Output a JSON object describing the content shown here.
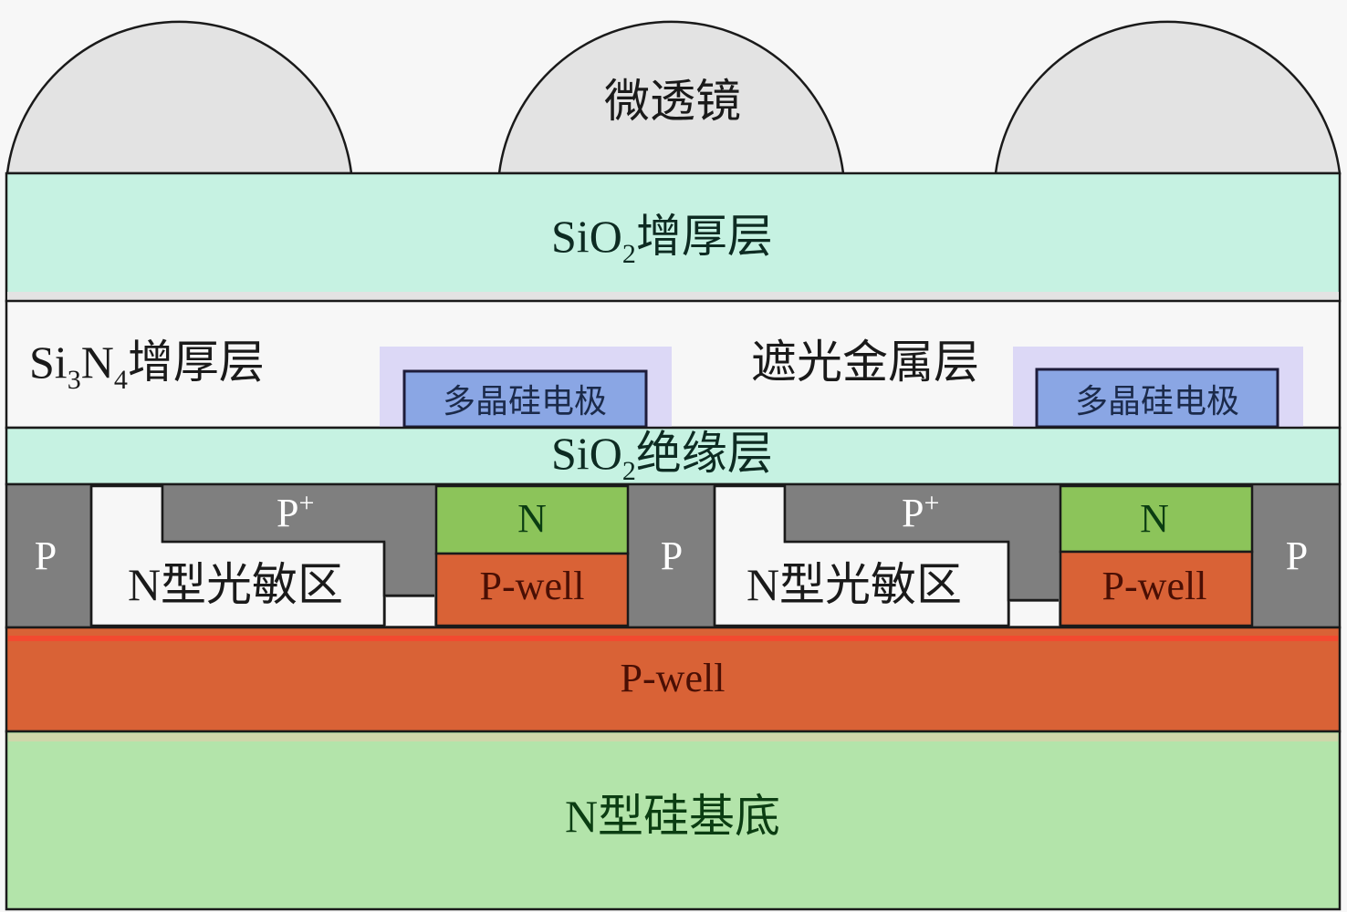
{
  "colors": {
    "background": "#f7f7f7",
    "lens_fill": "#e3e3e3",
    "sio2": "#c6f2e2",
    "si3n4": "#f7f7f7",
    "poly_outer": "#dcd8f6",
    "poly_inner": "#8aa6e4",
    "p_region": "#7f7f7f",
    "n_photosensitive": "#f7f7f7",
    "n_contact": "#8cc45a",
    "pwell": "#d96236",
    "n_substrate": "#b3e4aa",
    "outline": "#1a1a1a",
    "text_dark": "#1a1a1a",
    "text_light": "#ffffff",
    "text_green": "#0b3d12",
    "text_pwell": "#4a0f04",
    "text_sio2": "#0d2b22",
    "text_poly": "#1b2a4a"
  },
  "labels": {
    "microlens": "微透镜",
    "sio2_thick": {
      "base": "SiO",
      "sub": "2",
      "rest": "增厚层"
    },
    "si3n4_thick": {
      "base1": "Si",
      "sub1": "3",
      "base2": "N",
      "sub2": "4",
      "rest": "增厚层"
    },
    "shading_metal": "遮光金属层",
    "poly_electrode_left": "多晶硅电极",
    "poly_electrode_right": "多晶硅电极",
    "sio2_insulation": {
      "base": "SiO",
      "sub": "2",
      "rest": "绝缘层"
    },
    "p_left": "P",
    "p_middle": "P",
    "p_right": "P",
    "p_plus_left": {
      "base": "P",
      "sup": "+"
    },
    "p_plus_right": {
      "base": "P",
      "sup": "+"
    },
    "n_photo_left": "N型光敏区",
    "n_photo_right": "N型光敏区",
    "n_left": "N",
    "n_right": "N",
    "pwell_left": "P-well",
    "pwell_right": "P-well",
    "pwell_bottom": "P-well",
    "n_substrate": "N型硅基底"
  }
}
